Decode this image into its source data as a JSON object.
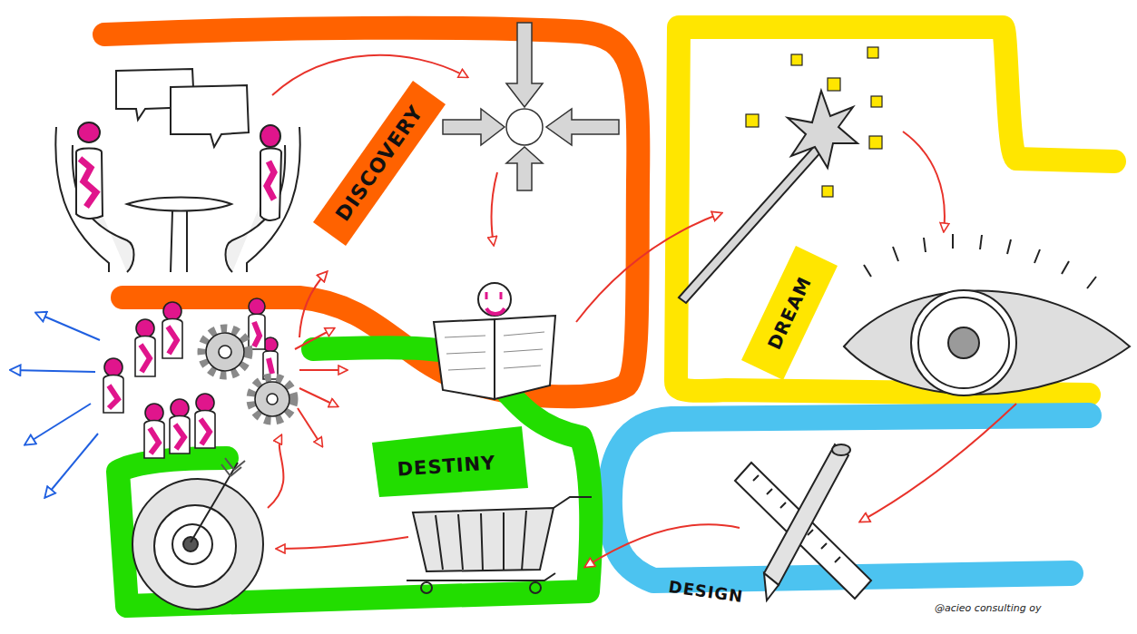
{
  "diagram": {
    "nodes": [
      {
        "text": [
          "DISCOVERY"
        ]
      },
      {
        "text": [
          "DREAM"
        ]
      },
      {
        "text": [
          "DESIGN"
        ]
      },
      {
        "text": [
          "DESTINY"
        ]
      }
    ],
    "edges": [
      {
        "from": 0,
        "to": 1,
        "arrow": "to"
      },
      {
        "from": 1,
        "to": 2,
        "arrow": "to"
      },
      {
        "from": 2,
        "to": 3,
        "arrow": "to"
      },
      {
        "from": 3,
        "to": 0,
        "arrow": "to"
      }
    ],
    "labels": [
      "@acieo consulting oy"
    ]
  }
}
